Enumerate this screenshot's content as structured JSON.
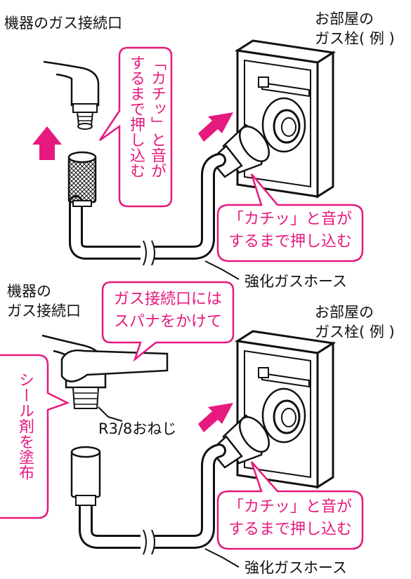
{
  "top": {
    "device_port_label": "機器のガス接続口",
    "outlet_label_1": "お部屋の",
    "outlet_label_2": "ガス栓( 例 )",
    "vertical_callout_col1": "「カチッ」と音が",
    "vertical_callout_col2": "するまで押し込む",
    "callout_line1": "「カチッ」と音が",
    "callout_line2": "するまで押し込む",
    "hose_label": "強化ガスホース"
  },
  "bottom": {
    "device_port_label_1": "機器の",
    "device_port_label_2": "ガス接続口",
    "spanner_callout_1": "ガス接続口には",
    "spanner_callout_2": "スパナをかけて",
    "outlet_label_1": "お部屋の",
    "outlet_label_2": "ガス栓( 例 )",
    "sealant_callout": "シール剤を塗布",
    "thread_label": "R3/8おねじ",
    "callout_line1": "「カチッ」と音が",
    "callout_line2": "するまで押し込む",
    "hose_label": "強化ガスホース"
  },
  "colors": {
    "accent": "#e6197e",
    "line": "#111111"
  }
}
